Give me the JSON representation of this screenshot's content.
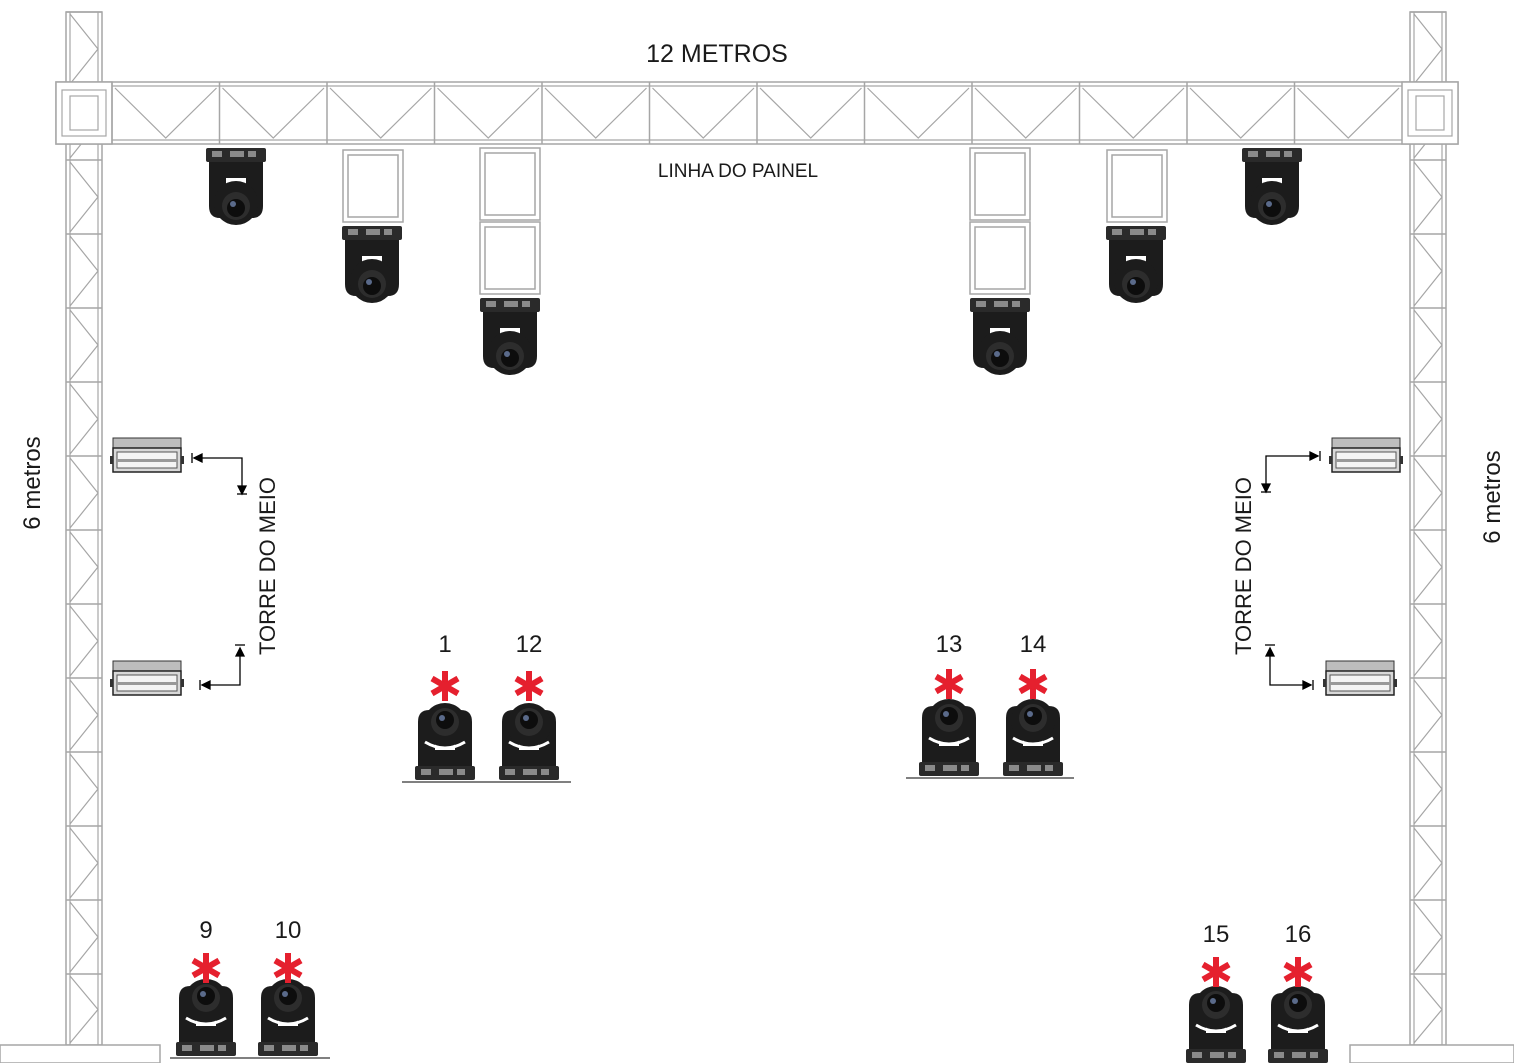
{
  "title": "12 METROS",
  "panel_line_label": "LINHA DO PAINEL",
  "side_left_label": "6 metros",
  "side_right_label": "6 metros",
  "tower_left_label": "TORRE DO MEIO",
  "tower_right_label": "TORRE DO MEIO",
  "floor_fixtures": [
    {
      "number": "1",
      "marked": true
    },
    {
      "number": "12",
      "marked": true
    },
    {
      "number": "13",
      "marked": true
    },
    {
      "number": "14",
      "marked": true
    },
    {
      "number": "9",
      "marked": true
    },
    {
      "number": "10",
      "marked": true
    },
    {
      "number": "15",
      "marked": true
    },
    {
      "number": "16",
      "marked": true
    }
  ],
  "colors": {
    "truss": "#a6a6a6",
    "fixture": "#1c1c1c",
    "marker": "#e5202e",
    "text": "#1a1a1a"
  }
}
